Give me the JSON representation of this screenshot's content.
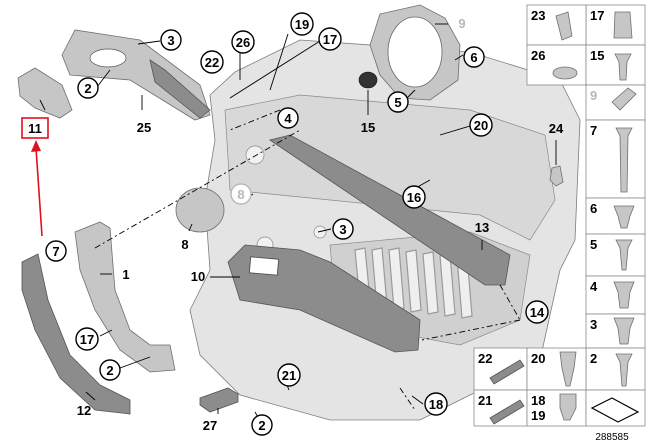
{
  "diagram": {
    "reference_number": "288585",
    "highlight_color": "#e0101c",
    "callouts": [
      {
        "id": "c1",
        "text": "1"
      },
      {
        "id": "c2a",
        "text": "2"
      },
      {
        "id": "c2b",
        "text": "2"
      },
      {
        "id": "c2c",
        "text": "2"
      },
      {
        "id": "c3a",
        "text": "3"
      },
      {
        "id": "c3b",
        "text": "3"
      },
      {
        "id": "c4",
        "text": "4"
      },
      {
        "id": "c5",
        "text": "5"
      },
      {
        "id": "c6",
        "text": "6"
      },
      {
        "id": "c7",
        "text": "7"
      },
      {
        "id": "c8",
        "text": "8"
      },
      {
        "id": "c9",
        "text": "9"
      },
      {
        "id": "c10",
        "text": "10"
      },
      {
        "id": "c11",
        "text": "11"
      },
      {
        "id": "c12",
        "text": "12"
      },
      {
        "id": "c13",
        "text": "13"
      },
      {
        "id": "c14",
        "text": "14"
      },
      {
        "id": "c15",
        "text": "15"
      },
      {
        "id": "c16",
        "text": "16"
      },
      {
        "id": "c17a",
        "text": "17"
      },
      {
        "id": "c17b",
        "text": "17"
      },
      {
        "id": "c18",
        "text": "18"
      },
      {
        "id": "c19",
        "text": "19"
      },
      {
        "id": "c20",
        "text": "20"
      },
      {
        "id": "c21",
        "text": "21"
      },
      {
        "id": "c22",
        "text": "22"
      },
      {
        "id": "c23",
        "text": "23"
      },
      {
        "id": "c24",
        "text": "24"
      },
      {
        "id": "c25",
        "text": "25"
      },
      {
        "id": "c26",
        "text": "26"
      },
      {
        "id": "c27",
        "text": "27"
      }
    ],
    "grid_labels": {
      "g23": "23",
      "g17": "17",
      "g26": "26",
      "g15": "15",
      "g9": "9",
      "g7": "7",
      "g6": "6",
      "g5": "5",
      "g4": "4",
      "g3": "3",
      "g22": "22",
      "g20": "20",
      "g2": "2",
      "g21": "21",
      "g18": "18",
      "g19": "19"
    }
  }
}
